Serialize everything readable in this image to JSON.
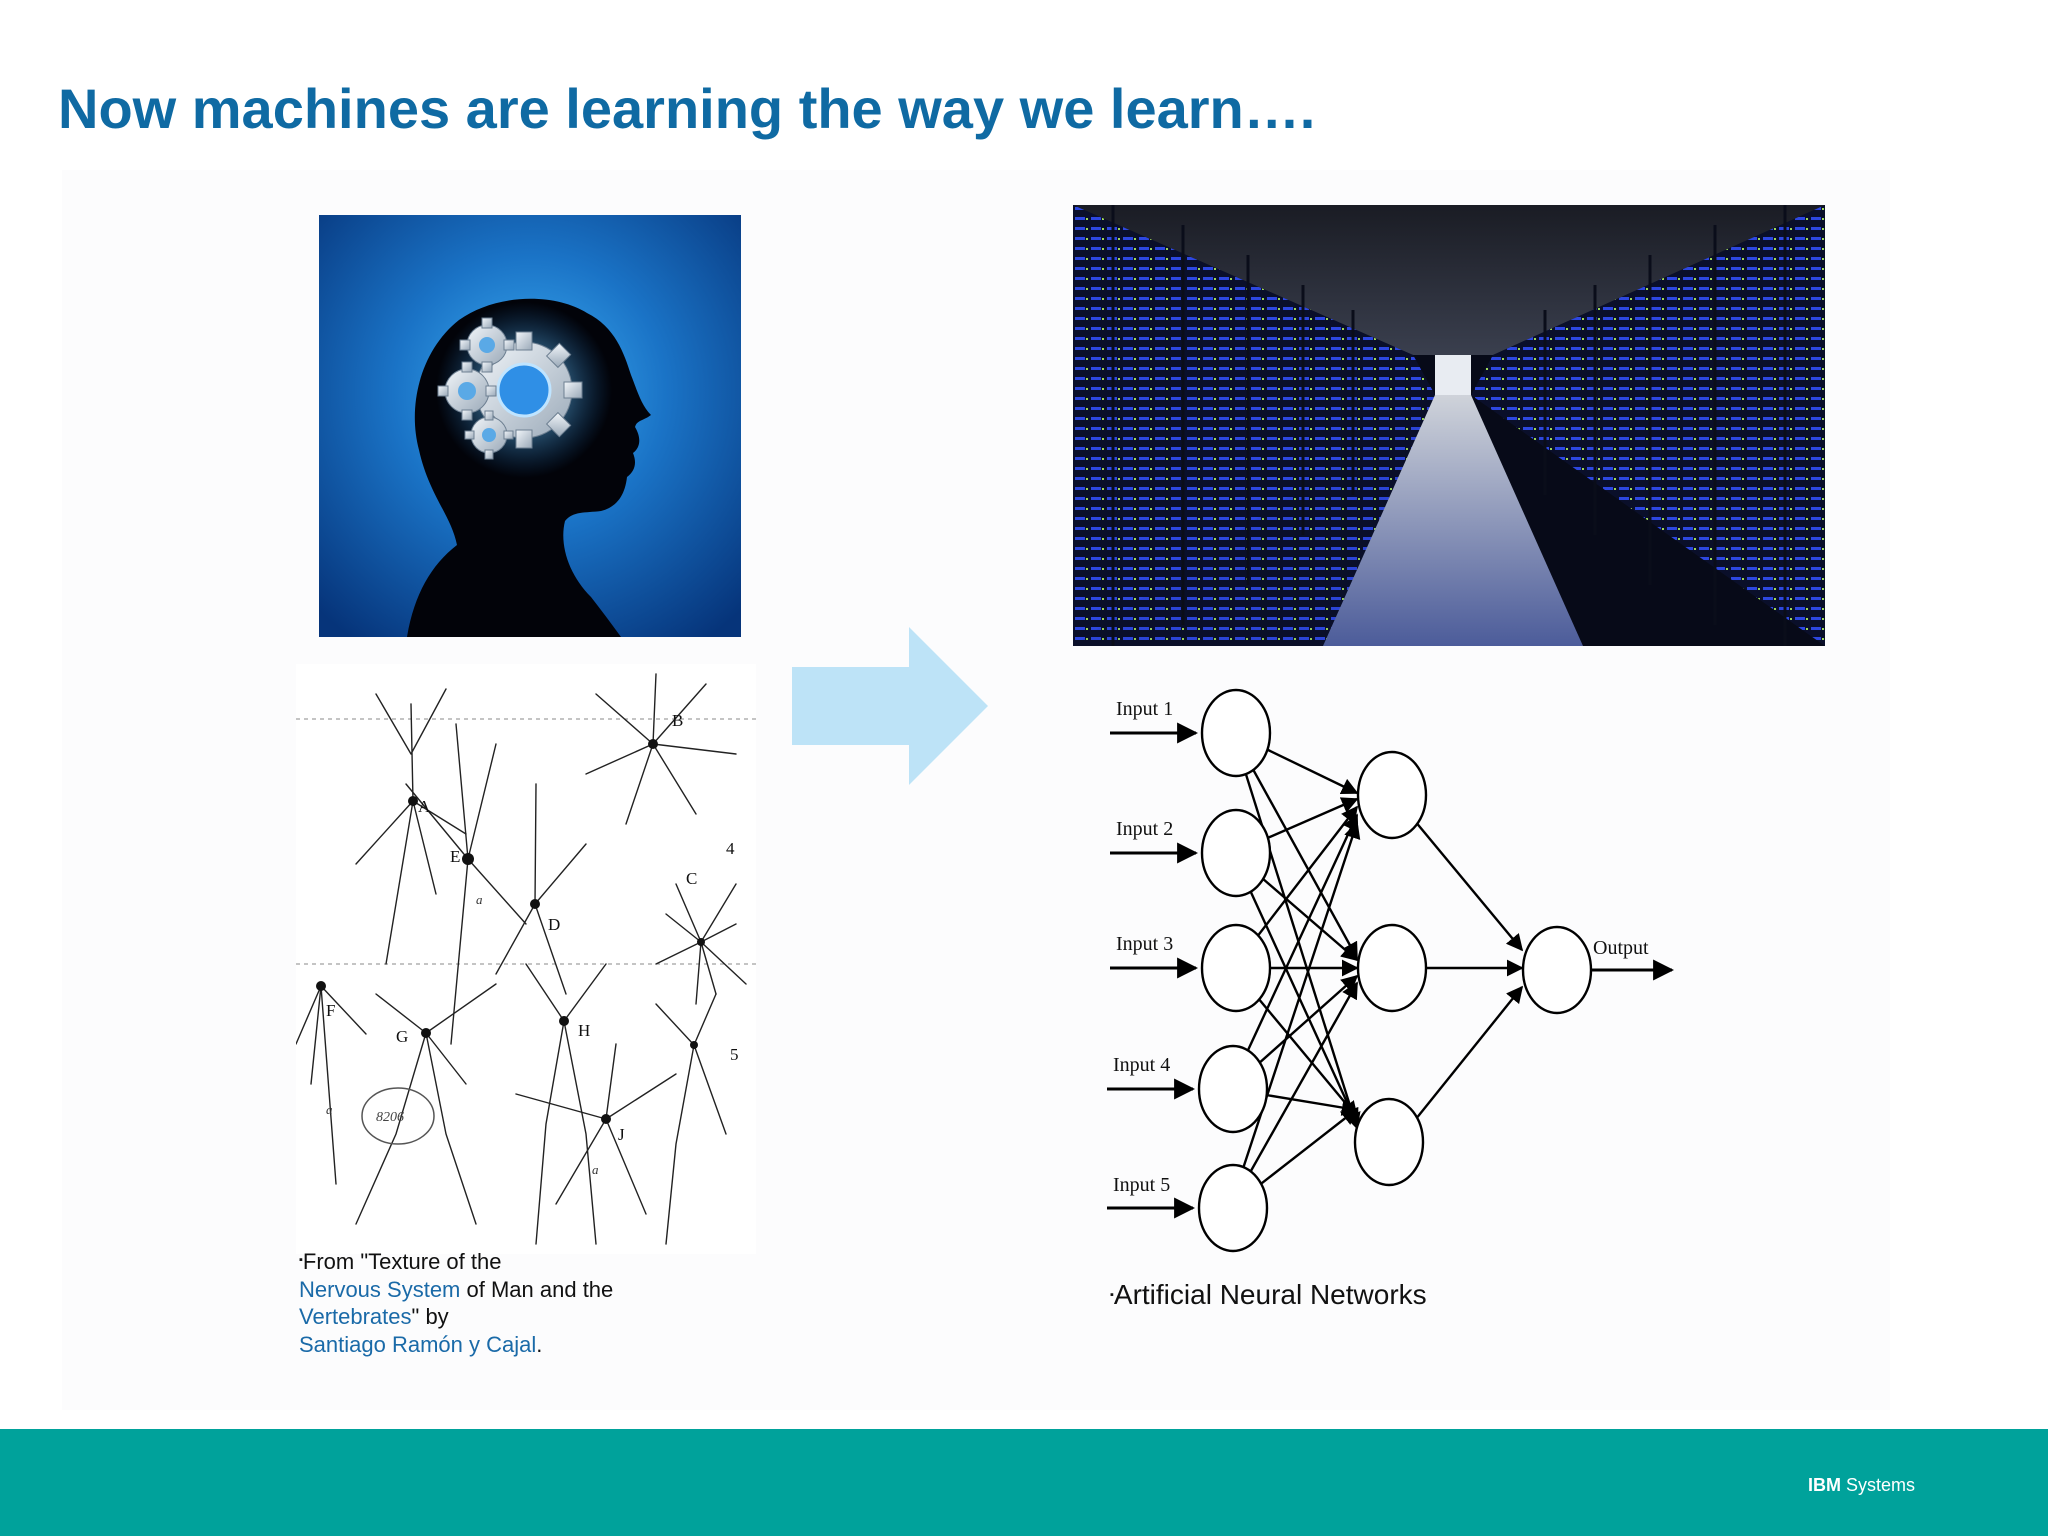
{
  "slide": {
    "title": "Now machines are learning the way we learn…."
  },
  "captions": {
    "left": {
      "bullet": "▪",
      "part1": "From \"Texture of the",
      "link1": "Nervous System",
      "part2": " of Man and the",
      "link2": "Vertebrates",
      "part3": "\" by",
      "link3": "Santiago Ramón y Cajal",
      "part4": "."
    },
    "right": {
      "bullet": "▪",
      "text": "Artificial Neural Networks"
    }
  },
  "diagram": {
    "inputs": [
      "Input 1",
      "Input 2",
      "Input 3",
      "Input 4",
      "Input 5"
    ],
    "output": "Output"
  },
  "neuron_drawing": {
    "letters": [
      "A",
      "B",
      "C",
      "D",
      "E",
      "F",
      "G",
      "H",
      "J"
    ],
    "numbers": [
      "4",
      "5"
    ],
    "minor_labels": [
      "a",
      "a",
      "a"
    ],
    "stamp_text": "8206"
  },
  "footer": {
    "brand_bold": "IBM",
    "brand_rest": " Systems"
  },
  "colors": {
    "title": "#0f6aa3",
    "link": "#1a6aa8",
    "footer_band": "#00a29b",
    "arrow": "#bde3f7"
  },
  "icons": {
    "head": "head-gears-icon",
    "arrow": "right-arrow-icon"
  }
}
